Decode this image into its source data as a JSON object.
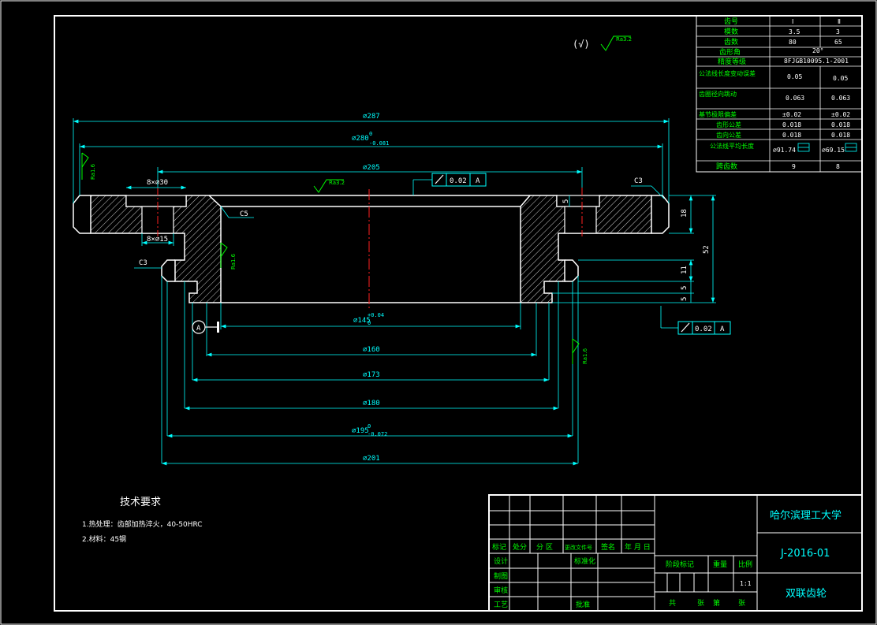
{
  "dimensions": {
    "d287": "⌀287",
    "d280": "⌀280",
    "d280_tol_upper": "0",
    "d280_tol_lower": "-0.081",
    "d205": "⌀205",
    "d145": "⌀145",
    "d145_tol_upper": "+0.04",
    "d145_tol_lower": "0",
    "d160": "⌀160",
    "d173": "⌀173",
    "d180": "⌀180",
    "d195": "⌀195",
    "d195_tol_upper": "0",
    "d195_tol_lower": "-0.072",
    "d201": "⌀201",
    "h18": "18",
    "h52": "52",
    "h11": "11",
    "h5a": "5",
    "h5b": "5",
    "h5c": "5",
    "chamfer_c3_left": "C3",
    "chamfer_c3_right": "C3",
    "chamfer_c5": "C5",
    "slot_top": "8×⌀30",
    "slot_bottom": "8×⌀15"
  },
  "surface": {
    "general": "Ra3.2",
    "top": "Ra3.2",
    "left": "Ra1.6",
    "inner": "Ra1.6",
    "right": "Ra1.6",
    "paren": "(√)"
  },
  "datum": {
    "label": "A",
    "fcf_top_tol": "0.02",
    "fcf_top_ref": "A",
    "fcf_right_tol": "0.02",
    "fcf_right_ref": "A"
  },
  "gear_table": {
    "header_col1": "齿号",
    "header_col2": "Ⅰ",
    "header_col3": "Ⅱ",
    "rows": [
      {
        "label": "模数",
        "v1": "3.5",
        "v2": "3"
      },
      {
        "label": "齿数",
        "v1": "80",
        "v2": "65"
      },
      {
        "label": "齿形角",
        "v1": "20°",
        "v2": ""
      },
      {
        "label": "精度等级",
        "v1": "8FJGB10095.1-2001",
        "v2": ""
      },
      {
        "label": "公法线长度变动误差",
        "v1": "0.05",
        "v2": "0.05"
      },
      {
        "label": "齿圈径向跳动",
        "v1": "0.063",
        "v2": "0.063"
      },
      {
        "label": "基节极限偏差",
        "v1": "±0.02",
        "v2": "±0.02"
      },
      {
        "label": "齿形公差",
        "v1": "0.018",
        "v2": "0.018"
      },
      {
        "label": "齿向公差",
        "v1": "0.018",
        "v2": "0.018"
      },
      {
        "label": "公法线平均长度",
        "v1": "⌀91.74",
        "v2": "⌀69.15"
      },
      {
        "label": "跨齿数",
        "v1": "9",
        "v2": "8"
      }
    ]
  },
  "tech_req": {
    "title": "技术要求",
    "line1": "1.热处理：齿部加热淬火，40-50HRC",
    "line2": "2.材料：45钢"
  },
  "title_block": {
    "school": "哈尔滨理工大学",
    "drawing_no": "J-2016-01",
    "part_name": "双联齿轮",
    "mark": "标记",
    "count": "处分",
    "zone": "分  区",
    "change_doc": "更改文件号",
    "sign": "签名",
    "date": "年 月 日",
    "design": "设计",
    "standard": "标准化",
    "draw": "制图",
    "review": "审核",
    "process": "工艺",
    "approve": "批准",
    "stage": "阶段标记",
    "weight": "重量",
    "scale": "比例",
    "scale_value": "1:1",
    "total": "共",
    "sheets": "张",
    "no": "第",
    "sheet": "张"
  }
}
